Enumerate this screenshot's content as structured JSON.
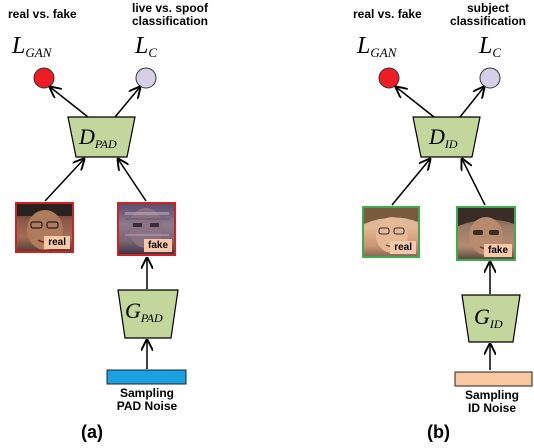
{
  "panel_a": {
    "top_left_label": "real vs. fake",
    "top_right_label_line1": "live vs. spoof",
    "top_right_label_line2": "classification",
    "loss_gan_main": "L",
    "loss_gan_sub": "GAN",
    "loss_c_main": "L",
    "loss_c_sub": "C",
    "discriminator_main": "D",
    "discriminator_sub": "PAD",
    "generator_main": "G",
    "generator_sub": "PAD",
    "real_tag": "real",
    "fake_tag": "fake",
    "noise_line1": "Sampling",
    "noise_line2": "PAD Noise",
    "caption": "(a)"
  },
  "panel_b": {
    "top_left_label": "real vs. fake",
    "top_right_label_line1": "subject",
    "top_right_label_line2": "classification",
    "loss_gan_main": "L",
    "loss_gan_sub": "GAN",
    "loss_c_main": "L",
    "loss_c_sub": "C",
    "discriminator_main": "D",
    "discriminator_sub": "ID",
    "generator_main": "G",
    "generator_sub": "ID",
    "real_tag": "real",
    "fake_tag": "fake",
    "noise_line1": "Sampling",
    "noise_line2": "ID Noise",
    "caption": "(b)"
  },
  "colors": {
    "loss_gan_circle": "#ee1c24",
    "loss_c_circle": "#d7cfe7",
    "network_fill": "#c3d69b",
    "image_border_a": "#d42020",
    "image_border_b": "#3faa4e",
    "pad_noise_bar": "#1ba1e2",
    "id_noise_bar": "#f9c8a0"
  }
}
